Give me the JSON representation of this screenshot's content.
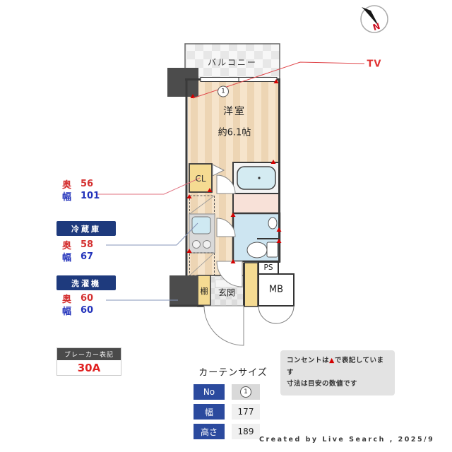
{
  "compass": {
    "n": "N"
  },
  "plan": {
    "balcony_label": "バルコニー",
    "window_number": "1",
    "room_label": "洋室",
    "room_size": "約6.1帖",
    "closet_label": "CL",
    "shelf_label": "棚",
    "entrance_label": "玄関",
    "ps_label": "PS",
    "mb_label": "MB",
    "tv_label": "TV"
  },
  "annotations": {
    "closet": {
      "depth_label": "奥",
      "depth": "56",
      "width_label": "幅",
      "width": "101"
    },
    "fridge": {
      "badge": "冷蔵庫",
      "depth_label": "奥",
      "depth": "58",
      "width_label": "幅",
      "width": "67"
    },
    "washer": {
      "badge": "洗濯機",
      "depth_label": "奥",
      "depth": "60",
      "width_label": "幅",
      "width": "60"
    }
  },
  "breaker": {
    "title": "ブレーカー表記",
    "value": "30A"
  },
  "curtain": {
    "title": "カーテンサイズ",
    "rows": [
      {
        "label": "No",
        "value": "1"
      },
      {
        "label": "幅",
        "value": "177"
      },
      {
        "label": "高さ",
        "value": "189"
      }
    ]
  },
  "note": {
    "line1_pre": "コンセントは",
    "marker": "▲",
    "line1_post": "で表記しています",
    "line2": "寸法は目安の数値です"
  },
  "credit": "Created by Live Search , 2025/9",
  "colors": {
    "wall": "#3a3a3a",
    "floor_light": "#f6e4cb",
    "floor_dark": "#edd5b4",
    "closet_yellow": "#f5db92",
    "bath_blue": "#d4ebf2",
    "toilet_blue": "#cde5f1",
    "washroom_pink": "#f8e1d8",
    "pillar_gray": "#4c4c4c",
    "outlet_red": "#d40000",
    "badge_navy": "#1e3a7d",
    "table_blue": "#2b4a9e",
    "dim_red": "#d43030",
    "dim_blue": "#2333bb",
    "tv_red": "#e03434",
    "breaker_red": "#e02222"
  }
}
